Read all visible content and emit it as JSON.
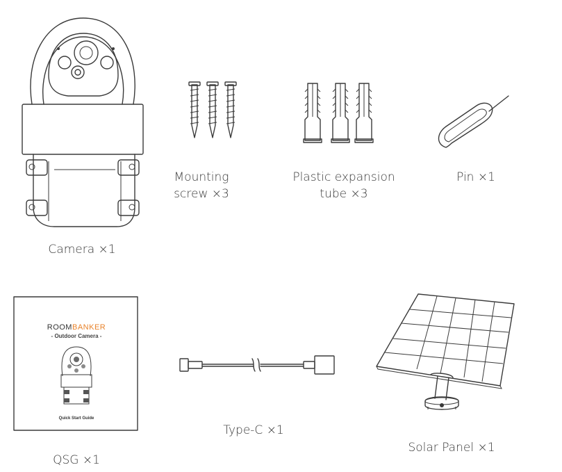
{
  "items": {
    "camera": {
      "label": "Camera ×1"
    },
    "screw": {
      "label_line1": "Mounting",
      "label_line2": "screw ×3"
    },
    "tube": {
      "label_line1": "Plastic expansion",
      "label_line2": "tube ×3"
    },
    "pin": {
      "label": "Pin ×1"
    },
    "qsg": {
      "label": "QSG ×1",
      "brand_part1": "ROOM",
      "brand_part2": "BANKER",
      "subtitle": "Outdoor Camera",
      "footer": "Quick Start Guide"
    },
    "typec": {
      "label": "Type-C ×1"
    },
    "solar": {
      "label": "Solar Panel ×1"
    }
  },
  "colors": {
    "brand_accent": "#e8822a",
    "line": "#3a3a3a"
  }
}
